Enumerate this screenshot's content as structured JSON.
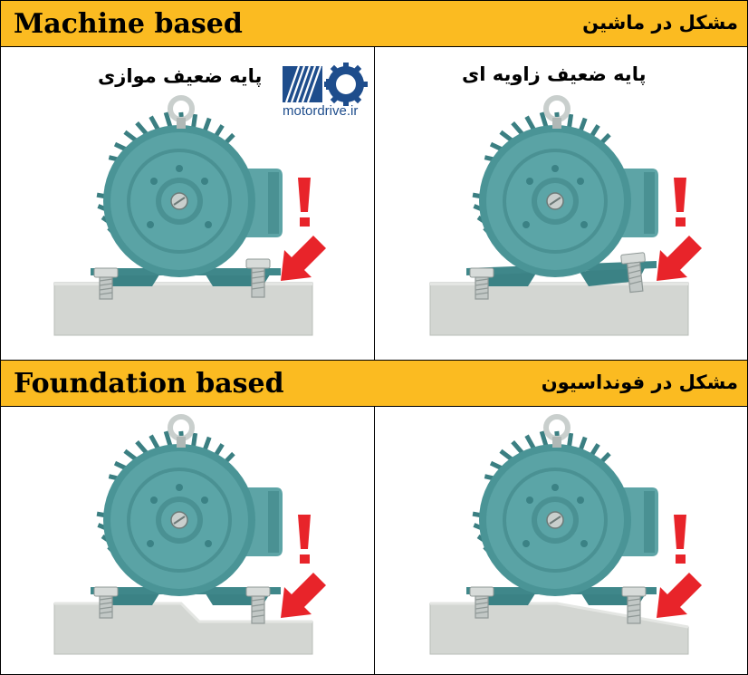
{
  "sections": [
    {
      "title_en": "Machine based",
      "title_fa": "مشکل در ماشین",
      "panels": [
        {
          "label": "پایه ضعیف موازی",
          "foundation": "flat",
          "short_foot": "none"
        },
        {
          "label": "پایه ضعیف زاویه ای",
          "foundation": "flat",
          "short_foot": "angled"
        }
      ]
    },
    {
      "title_en": "Foundation based",
      "title_fa": "مشکل در فونداسیون",
      "panels": [
        {
          "label": "",
          "foundation": "stepped",
          "short_foot": "none"
        },
        {
          "label": "",
          "foundation": "sloped",
          "short_foot": "none"
        }
      ]
    }
  ],
  "logo": {
    "text": "motordrive.ir",
    "icon": "motordrive-logo-icon"
  },
  "colors": {
    "header": "#fbbb21",
    "motor": "#4f9a9c",
    "foundation": "#d3d6d2",
    "warning": "#e8242a"
  }
}
